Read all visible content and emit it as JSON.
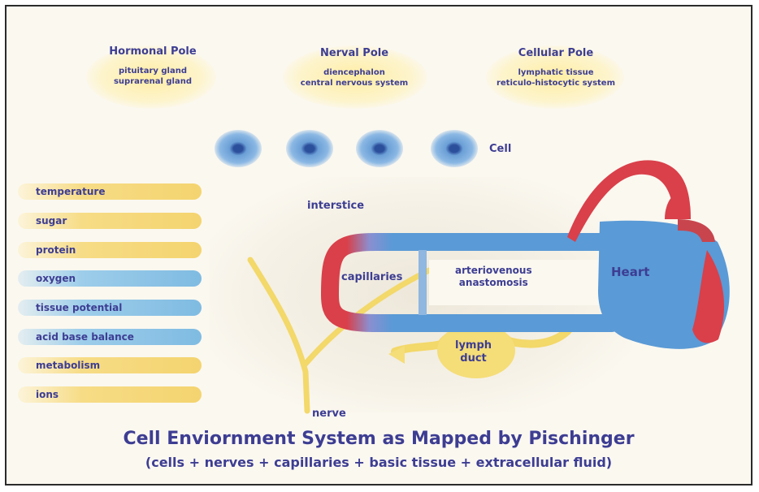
{
  "poles": [
    {
      "title": "Hormonal Pole",
      "sub": "pituitary gland\nsuprarenal gland"
    },
    {
      "title": "Nerval Pole",
      "sub": "diencephalon\ncentral nervous system"
    },
    {
      "title": "Cellular Pole",
      "sub": "lymphatic tissue\nreticulo-histocytic system"
    }
  ],
  "cell_label": "Cell",
  "factors": [
    {
      "label": "temperature",
      "color": "yellow"
    },
    {
      "label": "sugar",
      "color": "yellow"
    },
    {
      "label": "protein",
      "color": "yellow"
    },
    {
      "label": "oxygen",
      "color": "blue"
    },
    {
      "label": "tissue potential",
      "color": "blue"
    },
    {
      "label": "acid base balance",
      "color": "blue"
    },
    {
      "label": "metabolism",
      "color": "yellow"
    },
    {
      "label": "ions",
      "color": "yellow"
    }
  ],
  "labels": {
    "interstice": "interstice",
    "capillaries": "capillaries",
    "anastomosis": "arteriovenous\nanastomosis",
    "heart": "Heart",
    "lymph": "lymph\nduct",
    "nerve": "nerve"
  },
  "title": "Cell Enviornment System as Mapped by Pischinger",
  "subtitle": "(cells + nerves + capillaries + basic tissue + extracellular fluid)",
  "colors": {
    "text": "#3d3d93",
    "artery": "#d9404a",
    "vein": "#5a9ad6",
    "nerve": "#f3d86a",
    "factor_yellow": "#f4d46f",
    "factor_blue": "#7fbbe2"
  }
}
